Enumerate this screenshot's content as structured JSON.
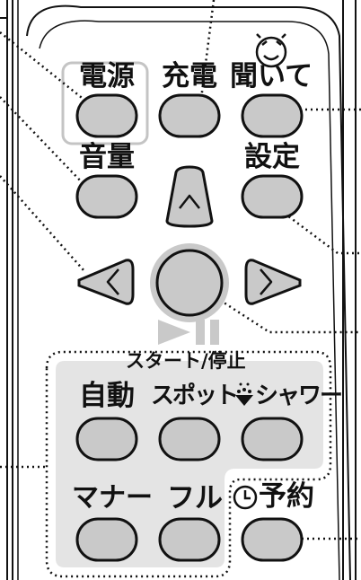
{
  "remote": {
    "buttons": {
      "power": "電源",
      "charge": "充電",
      "listen": "聞いて",
      "volume": "音量",
      "settings": "設定",
      "auto": "自動",
      "spot": "スポット",
      "shower": "シャワー",
      "manner": "マナー",
      "full": "フル",
      "reserve": "予約"
    },
    "start_stop_label": "スタート/停止",
    "colors": {
      "button_fill": "#c9c9c9",
      "panel_fill": "#e4e4e4",
      "stroke": "#111111"
    }
  }
}
